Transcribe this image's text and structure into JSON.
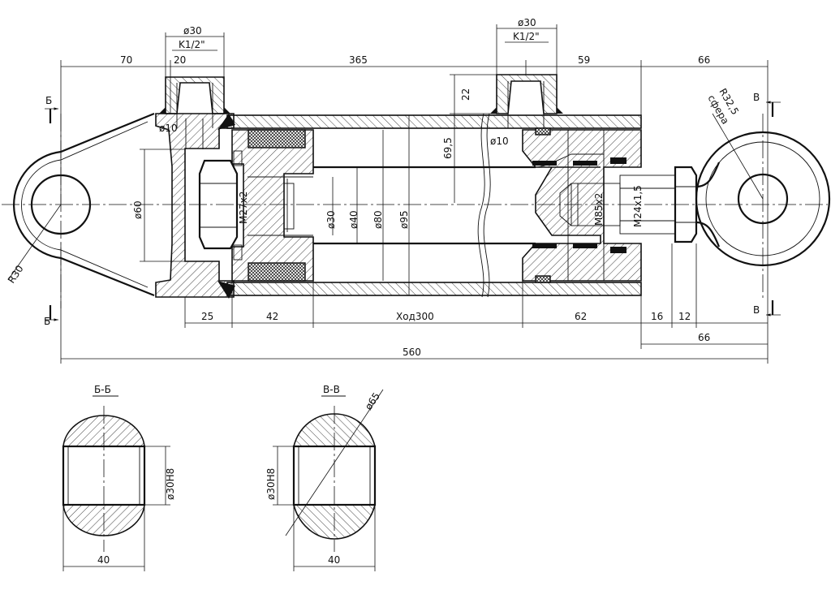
{
  "dimensions": {
    "top_overall_left": "70",
    "top_main": "365",
    "top_right_inner": "59",
    "top_right_outer": "66",
    "port_left_dia": "ø30",
    "port_left_thread": "K1/2\"",
    "port_left_offset": "20",
    "port_right_dia": "ø30",
    "port_right_thread": "K1/2\"",
    "port_height": "22",
    "dia_10_left": "ø10",
    "dia_10_right": "ø10",
    "dim_69_5": "69,5",
    "dia_60": "ø60",
    "thread_m27": "M27x2",
    "dia_30": "ø30",
    "dia_40": "ø40",
    "dia_80": "ø80",
    "dia_95": "ø95",
    "thread_m85": "M85x2",
    "thread_m24": "M24x1,5",
    "radius_r30": "R30",
    "radius_r32_5": "R32,5",
    "sphere_label": "сфера",
    "bottom_25": "25",
    "bottom_42": "42",
    "bottom_stroke": "Ход300",
    "bottom_62": "62",
    "bottom_16": "16",
    "bottom_12": "12",
    "bottom_66": "66",
    "bottom_total": "560"
  },
  "section_marks": {
    "b_top": "Б",
    "b_bottom": "Б",
    "v_top": "В",
    "v_bottom": "В"
  },
  "sections": {
    "b": {
      "title": "Б-Б",
      "bore": "ø30H8",
      "width": "40"
    },
    "v": {
      "title": "В-В",
      "bore": "ø30H8",
      "width": "40",
      "sphere": "ø65"
    }
  }
}
